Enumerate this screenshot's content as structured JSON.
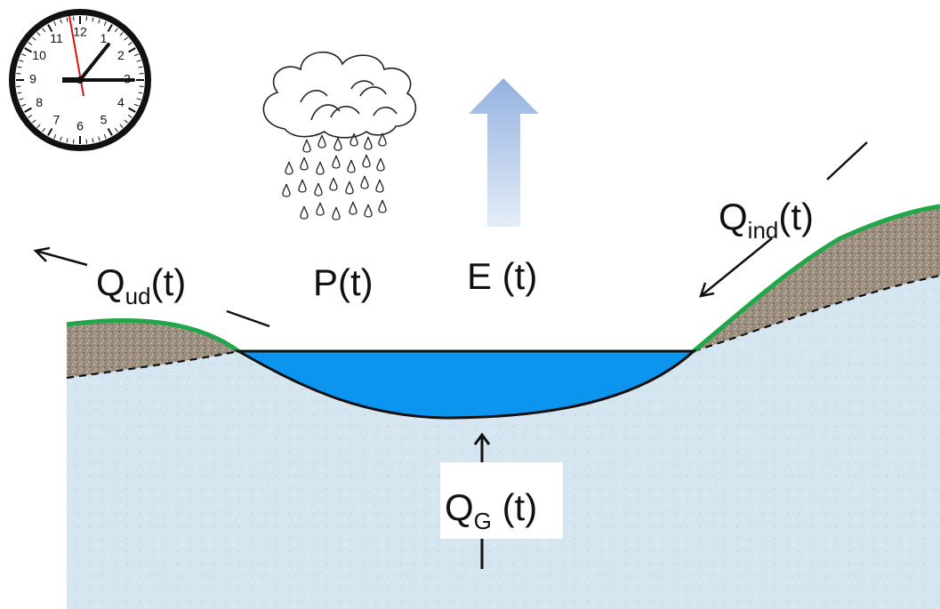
{
  "colors": {
    "ground_water": "#d5e6f1",
    "soil": "#9c8f80",
    "grass": "#22a64a",
    "lake": "#0b95ee",
    "evap_arrow_top": "#94b2e0",
    "evap_arrow_bottom": "#e5edf7"
  },
  "clock": {
    "numbers": [
      "12",
      "1",
      "2",
      "3",
      "4",
      "5",
      "6",
      "7",
      "8",
      "9",
      "10",
      "11"
    ]
  },
  "labels": {
    "outflow": {
      "main": "Q",
      "sub": "ud",
      "tail": "(t)"
    },
    "precipitation": "P(t)",
    "evaporation": "E (t)",
    "inflow": {
      "main": "Q",
      "sub": "ind",
      "tail": "(t)"
    },
    "groundwater": {
      "main": "Q",
      "sub": "G",
      "tail": " (t)"
    }
  }
}
